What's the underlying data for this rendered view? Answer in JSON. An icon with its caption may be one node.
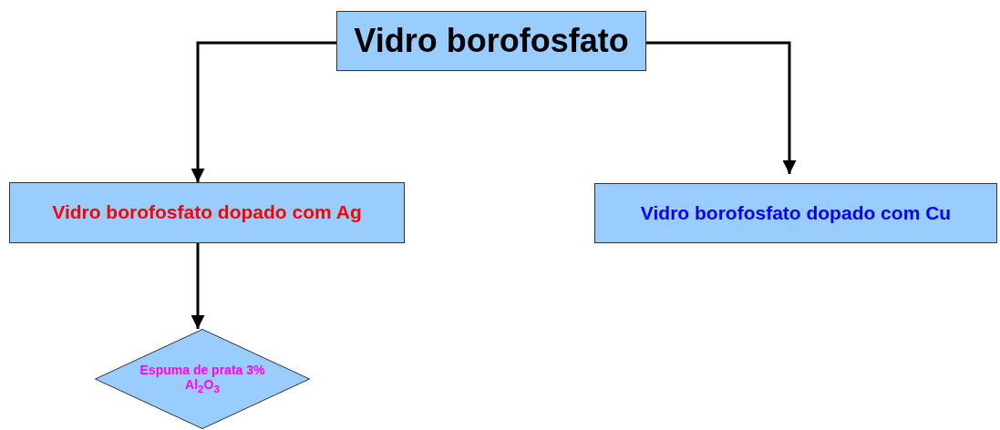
{
  "diagram": {
    "nodes": [
      {
        "text": [
          "Vidro borofosfato"
        ]
      },
      {
        "text": [
          "Vidro borofosfato dopado com Ag"
        ]
      },
      {
        "text": [
          "Vidro borofosfato dopado com Cu"
        ]
      },
      {
        "text": [
          "Espuma de prata 3% Al$_{2}$O$_{3}$"
        ]
      }
    ],
    "edges": [
      {
        "from": 0,
        "to": 1,
        "arrow": "to"
      },
      {
        "from": 0,
        "to": 2,
        "arrow": "to"
      },
      {
        "from": 1,
        "to": 3,
        "arrow": "to"
      }
    ]
  }
}
